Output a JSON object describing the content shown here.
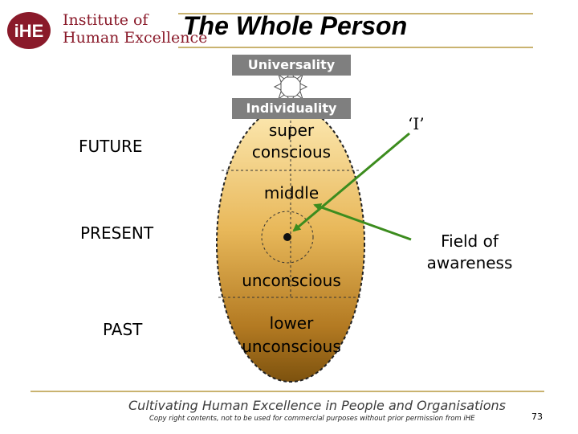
{
  "logo": {
    "mark_text": "iHE",
    "line1": "Institute of",
    "line2": "Human Excellence",
    "color": "#8a1a2a"
  },
  "title": "The Whole Person",
  "diagram": {
    "universality": "Universality",
    "individuality": "Individuality",
    "time_labels": {
      "future": "FUTURE",
      "present": "PRESENT",
      "past": "PAST"
    },
    "layers": {
      "super_1": "super",
      "super_2": "conscious",
      "middle": "middle",
      "unconscious": "unconscious",
      "lower_1": "lower",
      "lower_2": "unconscious"
    },
    "i_label": "‘I’",
    "field_1": "Field of",
    "field_2": "awareness",
    "colors": {
      "egg_top": "#fbe2a2",
      "egg_bottom": "#8a5a10",
      "arrow": "#3c8c1e",
      "accent": "#c9b370"
    },
    "icons": {
      "star": "sun-star-icon",
      "center": "self-center-dot-icon"
    }
  },
  "footer": {
    "tagline": "Cultivating Human Excellence in People and Organisations",
    "copyright": "Copy right contents, not to be used for commercial purposes without prior permission from iHE",
    "page_number": "73"
  }
}
